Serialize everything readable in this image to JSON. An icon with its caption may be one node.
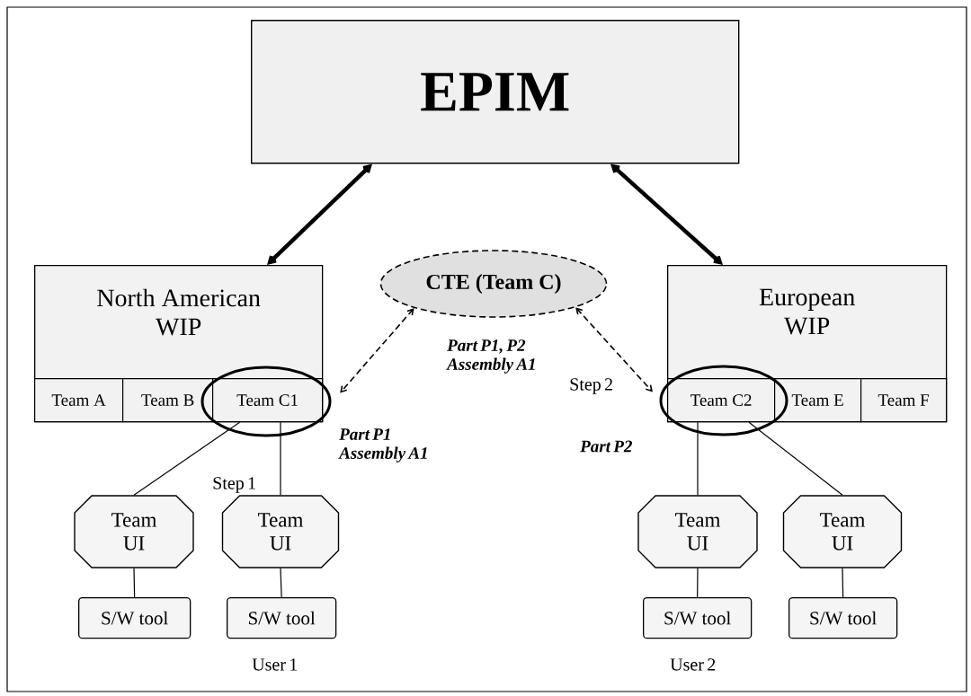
{
  "diagram": {
    "nodes": [
      {
        "text": [
          "EPIM"
        ]
      },
      {
        "text": [
          "North American WIP"
        ]
      },
      {
        "text": [
          "Team A"
        ],
        "in": 1
      },
      {
        "text": [
          "Team B"
        ],
        "in": 1
      },
      {
        "text": [
          "Team C1"
        ],
        "in": 1
      },
      {
        "text": [
          "CTE (Team C)"
        ]
      },
      {
        "text": [
          "European WIP"
        ]
      },
      {
        "text": [
          "Team C2"
        ],
        "in": 6
      },
      {
        "text": [
          "Team E"
        ],
        "in": 6
      },
      {
        "text": [
          "Team F"
        ],
        "in": 6
      },
      {
        "text": [
          "Team UI"
        ]
      },
      {
        "text": [
          "Team UI"
        ]
      },
      {
        "text": [
          "Team UI"
        ]
      },
      {
        "text": [
          "Team UI"
        ]
      },
      {
        "text": [
          "S/W tool"
        ]
      },
      {
        "text": [
          "S/W tool"
        ]
      },
      {
        "text": [
          "S/W tool"
        ]
      },
      {
        "text": [
          "S/W tool"
        ]
      }
    ],
    "edges": [
      {
        "from": 0,
        "to": 1,
        "arrow": "both",
        "style": "thick"
      },
      {
        "from": 0,
        "to": 6,
        "arrow": "both",
        "style": "thick"
      },
      {
        "from": 5,
        "to": 4,
        "arrow": "both",
        "style": "dashed"
      },
      {
        "from": 5,
        "to": 7,
        "arrow": "both",
        "style": "dashed"
      },
      {
        "from": 4,
        "to": 10,
        "arrow": "none"
      },
      {
        "from": 4,
        "to": 11,
        "arrow": "none"
      },
      {
        "from": 7,
        "to": 12,
        "arrow": "none"
      },
      {
        "from": 7,
        "to": 13,
        "arrow": "none"
      },
      {
        "from": 10,
        "to": 14,
        "arrow": "none"
      },
      {
        "from": 11,
        "to": 15,
        "arrow": "none"
      },
      {
        "from": 12,
        "to": 16,
        "arrow": "none"
      },
      {
        "from": 13,
        "to": 17,
        "arrow": "none"
      }
    ],
    "labels": [
      "Part P1, P2 Assembly A1",
      "Step 2",
      "Part P1 Assembly A1",
      "Part P2",
      "Step 1",
      "User 1",
      "User 2"
    ]
  }
}
